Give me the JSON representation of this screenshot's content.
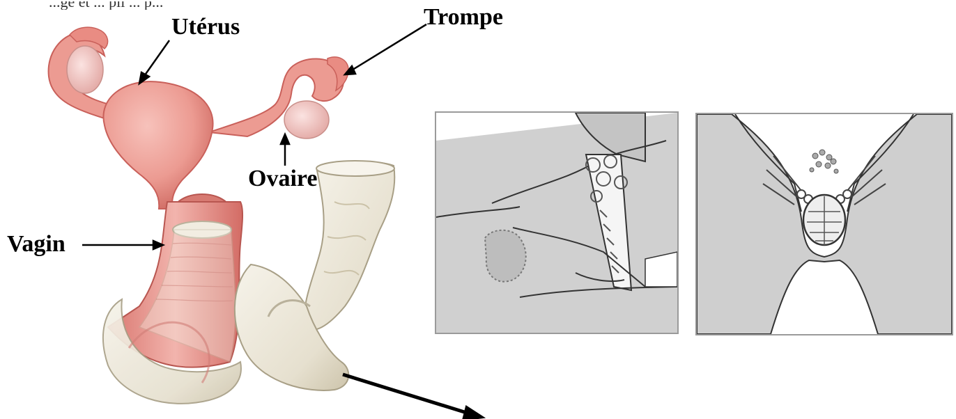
{
  "caption_fragment": "...ge et ... pli ... p...",
  "labels": {
    "uterus": "Utérus",
    "trompe": "Trompe",
    "ovaire": "Ovaire",
    "vagin": "Vagin"
  },
  "colors": {
    "organ_fill": "#eb9a92",
    "organ_dark": "#c9605a",
    "ovary_fill": "#f4c9c6",
    "condom_fill": "#ede9dc",
    "condom_shadow": "#cdc6b2",
    "panel_bg": "#cfcfcf",
    "panel_white": "#ffffff",
    "line": "#000000"
  },
  "illustrations": [
    {
      "name": "female-reproductive-system",
      "description": "uterus with tubes, ovaries and vagina containing inserted female condom"
    },
    {
      "name": "female-condom",
      "description": "standalone female condom"
    },
    {
      "name": "insertion-side-view",
      "description": "grayscale sketch of condom insertion, side view"
    },
    {
      "name": "insertion-front-view",
      "description": "grayscale sketch of condom insertion, front view with hands"
    }
  ]
}
